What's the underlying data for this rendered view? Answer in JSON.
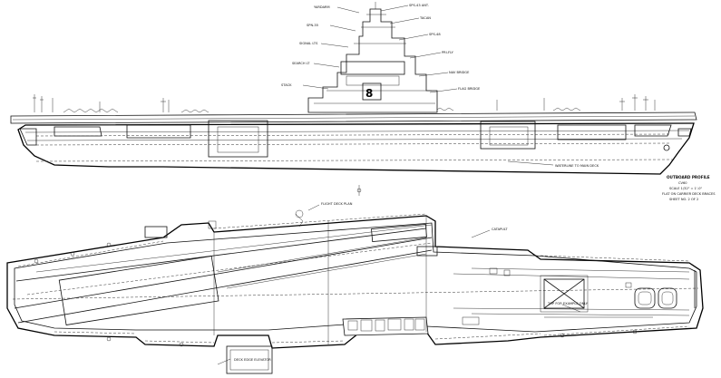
{
  "title_block": {
    "line1": "OUTBOARD PROFILE",
    "line2": "CV60",
    "line3": "SCALE 1/32\" = 1'-0\"",
    "line4": "FLAT ON CARRIER DECK BRACES",
    "line5": "SHEET NO. 2 OF 2"
  },
  "callouts": {
    "profile_waterline_note": "WATERLINE TO MAIN DECK",
    "deck_plan_note": "FLIGHT DECK PLAN",
    "elevator_note": "DECK EDGE ELEVATOR",
    "catapult_note": "CATAPULT",
    "bow_box_note": "TOP FOR EXAMPLE ONLY"
  }
}
